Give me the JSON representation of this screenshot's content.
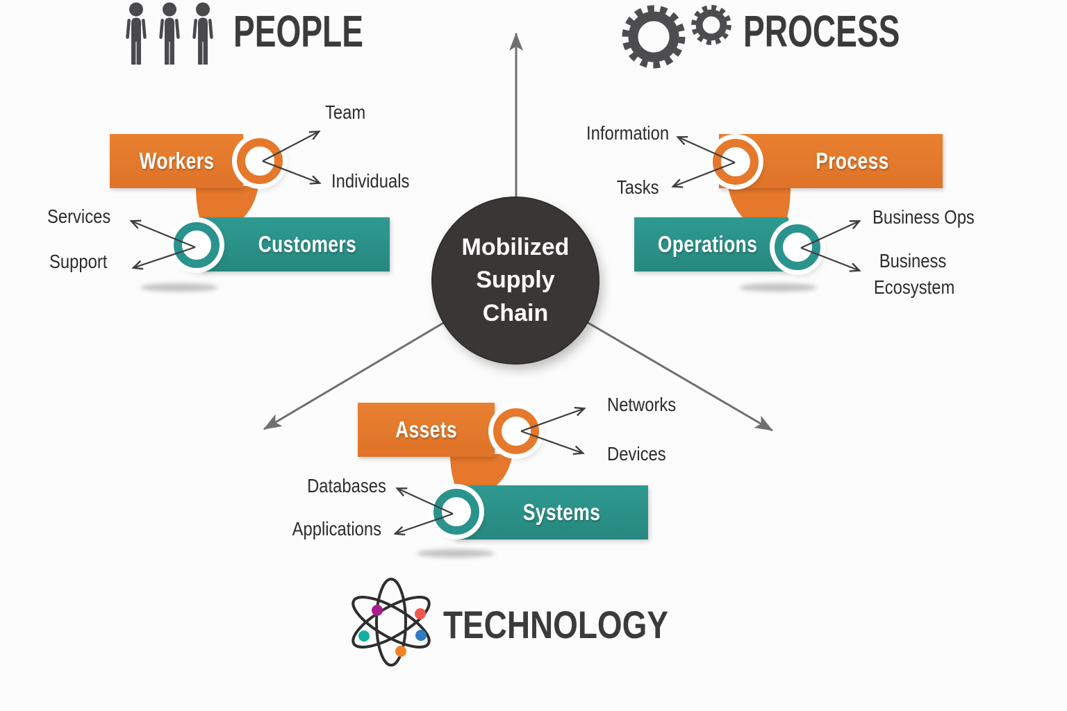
{
  "center": {
    "title": "Mobilized Supply Chain"
  },
  "colors": {
    "orange": "#E5782B",
    "teal": "#2B938D",
    "center_circle": "#3B3636",
    "main_arrow": "#6F6F6F",
    "label_text": "#2B2B2B",
    "header_text": "#3B3B3B",
    "atom_dots": {
      "magenta": "#A81D8C",
      "coral": "#F0564E",
      "teal": "#14AFA3",
      "blue": "#2F7CC0",
      "orange": "#F08326"
    }
  },
  "sections": {
    "people": {
      "title": "PEOPLE",
      "icon": "people-icon",
      "primary": {
        "label": "Workers",
        "color": "orange",
        "items": [
          "Team",
          "Individuals"
        ]
      },
      "secondary": {
        "label": "Customers",
        "color": "teal",
        "items": [
          "Services",
          "Support"
        ]
      }
    },
    "process": {
      "title": "PROCESS",
      "icon": "gears-icon",
      "primary": {
        "label": "Process",
        "color": "orange",
        "items": [
          "Information",
          "Tasks"
        ]
      },
      "secondary": {
        "label": "Operations",
        "color": "teal",
        "items": [
          "Business Ops",
          "Business Ecosystem"
        ]
      }
    },
    "technology": {
      "title": "TECHNOLOGY",
      "icon": "atom-icon",
      "primary": {
        "label": "Assets",
        "color": "orange",
        "items": [
          "Networks",
          "Devices"
        ]
      },
      "secondary": {
        "label": "Systems",
        "color": "teal",
        "items": [
          "Databases",
          "Applications"
        ]
      }
    }
  }
}
